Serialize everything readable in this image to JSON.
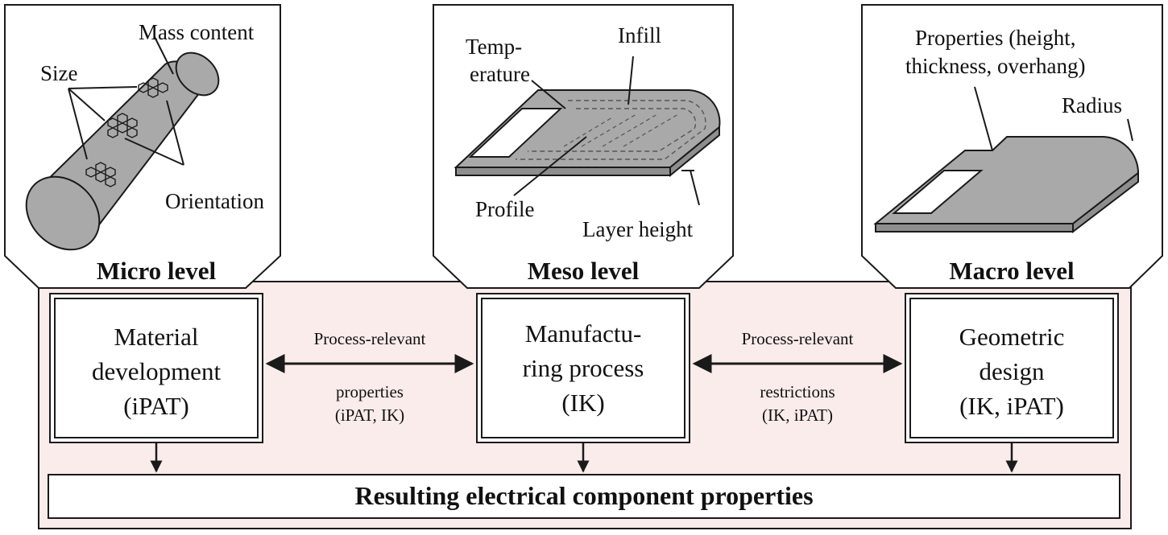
{
  "micro": {
    "level": "Micro level",
    "callouts": {
      "mass_content": "Mass content",
      "size": "Size",
      "orientation": "Orientation"
    },
    "box": {
      "line1": "Material",
      "line2": "development",
      "line3": "(iPAT)"
    }
  },
  "meso": {
    "level": "Meso level",
    "callouts": {
      "temperature_1": "Temp-",
      "temperature_2": "erature",
      "infill": "Infill",
      "profile": "Profile",
      "layer_height": "Layer height"
    },
    "box": {
      "line1": "Manufactu-",
      "line2": "ring process",
      "line3": "(IK)"
    }
  },
  "macro": {
    "level": "Macro level",
    "callouts": {
      "properties_1": "Properties (height,",
      "properties_2": "thickness, overhang)",
      "radius": "Radius"
    },
    "box": {
      "line1": "Geometric",
      "line2": "design",
      "line3": "(IK, iPAT)"
    }
  },
  "relations": {
    "left": {
      "top": "Process-relevant",
      "bottom1": "properties",
      "bottom2": "(iPAT, IK)"
    },
    "right": {
      "top": "Process-relevant",
      "bottom1": "restrictions",
      "bottom2": "(IK, iPAT)"
    }
  },
  "result": "Resulting electrical component properties",
  "colors": {
    "panel_fill": "#f9ecea",
    "part_fill": "#a9a9a9",
    "line": "#1a1a1a"
  }
}
